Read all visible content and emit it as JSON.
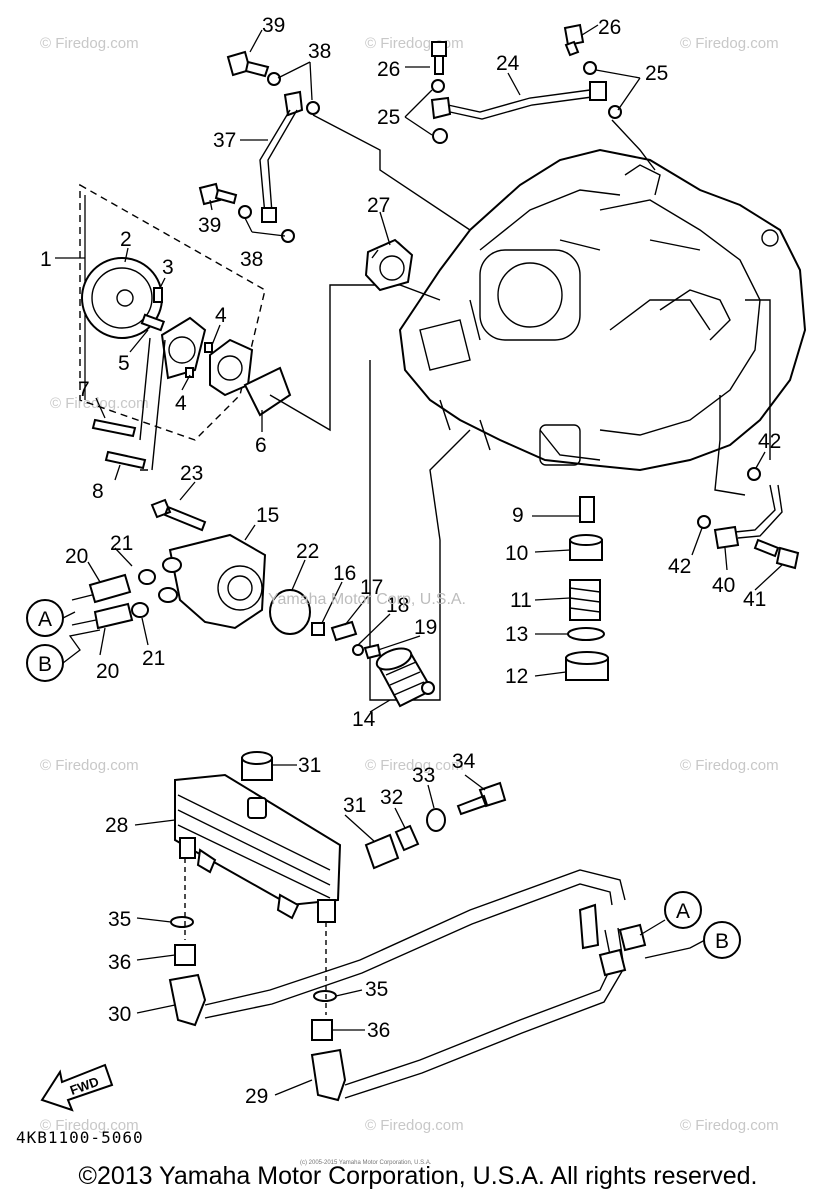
{
  "diagram": {
    "part_numbers": [
      "1",
      "2",
      "3",
      "4",
      "4",
      "5",
      "6",
      "7",
      "8",
      "9",
      "10",
      "11",
      "12",
      "13",
      "14",
      "15",
      "16",
      "17",
      "18",
      "19",
      "20",
      "20",
      "21",
      "21",
      "22",
      "23",
      "24",
      "25",
      "25",
      "26",
      "26",
      "27",
      "28",
      "29",
      "30",
      "31",
      "31",
      "32",
      "33",
      "34",
      "35",
      "35",
      "36",
      "36",
      "37",
      "38",
      "38",
      "39",
      "39",
      "40",
      "41",
      "42",
      "42"
    ],
    "connectors": {
      "a": "A",
      "b": "B"
    },
    "arrow_label": "FWD",
    "drawing_code": "4KB1100-5060",
    "watermark": "Yamaha Motor Corp, U.S.A.",
    "site_watermark": "© Firedog.com",
    "copyright": "©2013 Yamaha Motor Corporation, U.S.A. All rights reserved.",
    "copyright_small": "(c) 2005-2015 Yamaha Motor Corporation, U.S.A."
  }
}
